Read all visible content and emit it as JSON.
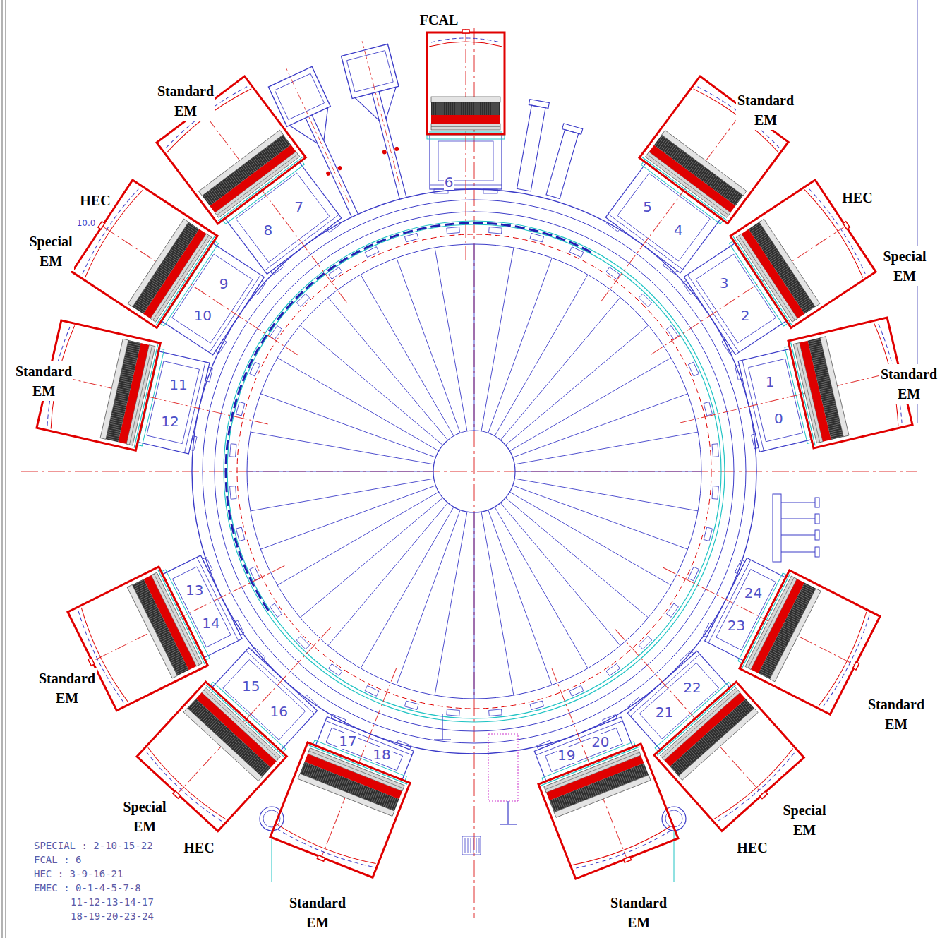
{
  "diagram": {
    "nodes": [
      {
        "text": [
          "FCAL"
        ]
      },
      {
        "text": [
          "Standard EM"
        ]
      },
      {
        "text": [
          "Standard EM"
        ]
      },
      {
        "text": [
          "HEC",
          "Special EM"
        ]
      },
      {
        "text": [
          "HEC",
          "Special EM"
        ]
      },
      {
        "text": [
          "Standard EM"
        ]
      },
      {
        "text": [
          "Standard EM"
        ]
      },
      {
        "text": [
          "Standard EM"
        ]
      },
      {
        "text": [
          "Standard EM"
        ]
      },
      {
        "text": [
          "Special EM",
          "HEC"
        ]
      },
      {
        "text": [
          "Special EM",
          "HEC"
        ]
      },
      {
        "text": [
          "Standard EM"
        ]
      },
      {
        "text": [
          "Standard EM"
        ]
      }
    ],
    "labels": [
      "10.0",
      "0",
      "1",
      "2",
      "3",
      "4",
      "5",
      "6",
      "7",
      "8",
      "9",
      "10",
      "11",
      "12",
      "13",
      "14",
      "15",
      "16",
      "17",
      "18",
      "19",
      "20",
      "21",
      "22",
      "23",
      "24",
      "SPECIAL : 2-10-15-22",
      "FCAL : 6",
      "HEC : 3-9-16-21",
      "EMEC : 0-1-4-5-7-8",
      "11-12-13-14-17",
      "18-19-20-23-24"
    ]
  }
}
